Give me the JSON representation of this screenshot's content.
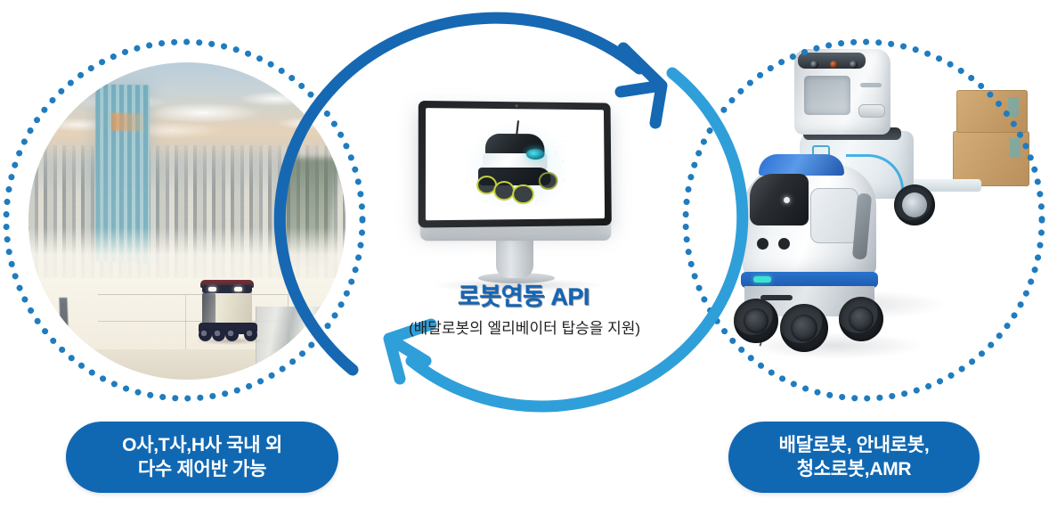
{
  "page": {
    "title": "로봇연동 API 다이어그램",
    "background_color": "#ffffff"
  },
  "theme": {
    "dark_blue": "#1668b3",
    "light_blue": "#2f9fda",
    "pill_blue": "#1068b3",
    "dot_blue": "#1f7cbf",
    "title_blue": "#1266b8",
    "subtitle_color": "#231f20",
    "label_text_color": "#ffffff"
  },
  "center": {
    "title": "로봇연동 API",
    "subtitle_line1": "(배달로봇의 엘리베이터",
    "subtitle_line2": "탑승을 지원)",
    "monitor_icon_name": "desktop-monitor",
    "screen_content_name": "delivery-robot-blueprint"
  },
  "left": {
    "circle_image_name": "city-skyline-building-lobby-with-delivery-robot",
    "label_line1": "O사,T사,H사 국내 외",
    "label_line2": "다수 제어반 가능"
  },
  "right": {
    "circle_image_name": "delivery-robots-and-cart-robot-with-boxes",
    "label_line1": "배달로봇, 안내로봇,",
    "label_line2": "청소로봇,AMR"
  },
  "arrows": {
    "top_arrow_name": "arrow-right-top",
    "top_arrow_direction": "left-to-right",
    "bottom_arrow_name": "arrow-left-bottom",
    "bottom_arrow_direction": "right-to-left"
  }
}
